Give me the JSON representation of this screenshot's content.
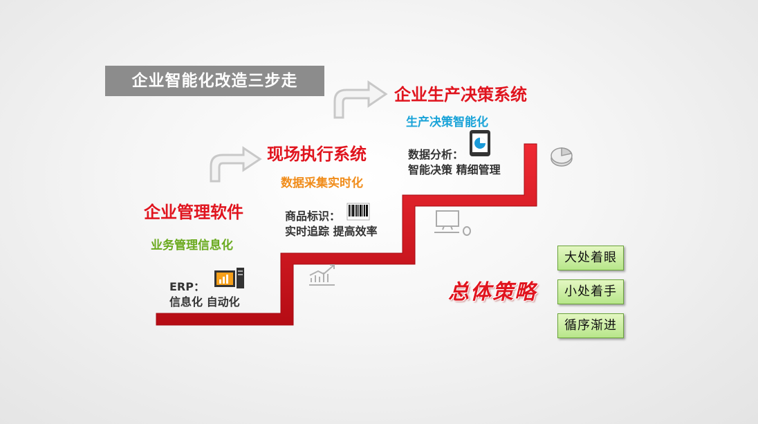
{
  "title": "企业智能化改造三步走",
  "stages": [
    {
      "title": "企业管理软件",
      "subtitle": "业务管理信息化",
      "note_line1": "ERP：",
      "note_line2": "信息化 自动化"
    },
    {
      "title": "现场执行系统",
      "subtitle": "数据采集实时化",
      "note_line1": "商品标识：",
      "note_line2": "实时追踪 提高效率"
    },
    {
      "title": "企业生产决策系统",
      "subtitle": "生产决策智能化",
      "note_line1": "数据分析：",
      "note_line2": "智能决策 精细管理"
    }
  ],
  "strategy": {
    "label": "总体策略",
    "items": [
      "大处着眼",
      "小处着手",
      "循序渐进"
    ]
  },
  "colors": {
    "stairs": "#d5121c",
    "stage_title": "#e0141e",
    "sub1": "#6aaa1e",
    "sub2": "#f08c1a",
    "sub3": "#1aa3d8",
    "title_box": "#8c8c8c"
  },
  "icons": [
    "computer-chart-icon",
    "barcode-icon",
    "tablet-pie-icon",
    "growth-chart-icon",
    "desktop-computer-icon",
    "pie-chart-icon",
    "curved-arrow-icon"
  ]
}
